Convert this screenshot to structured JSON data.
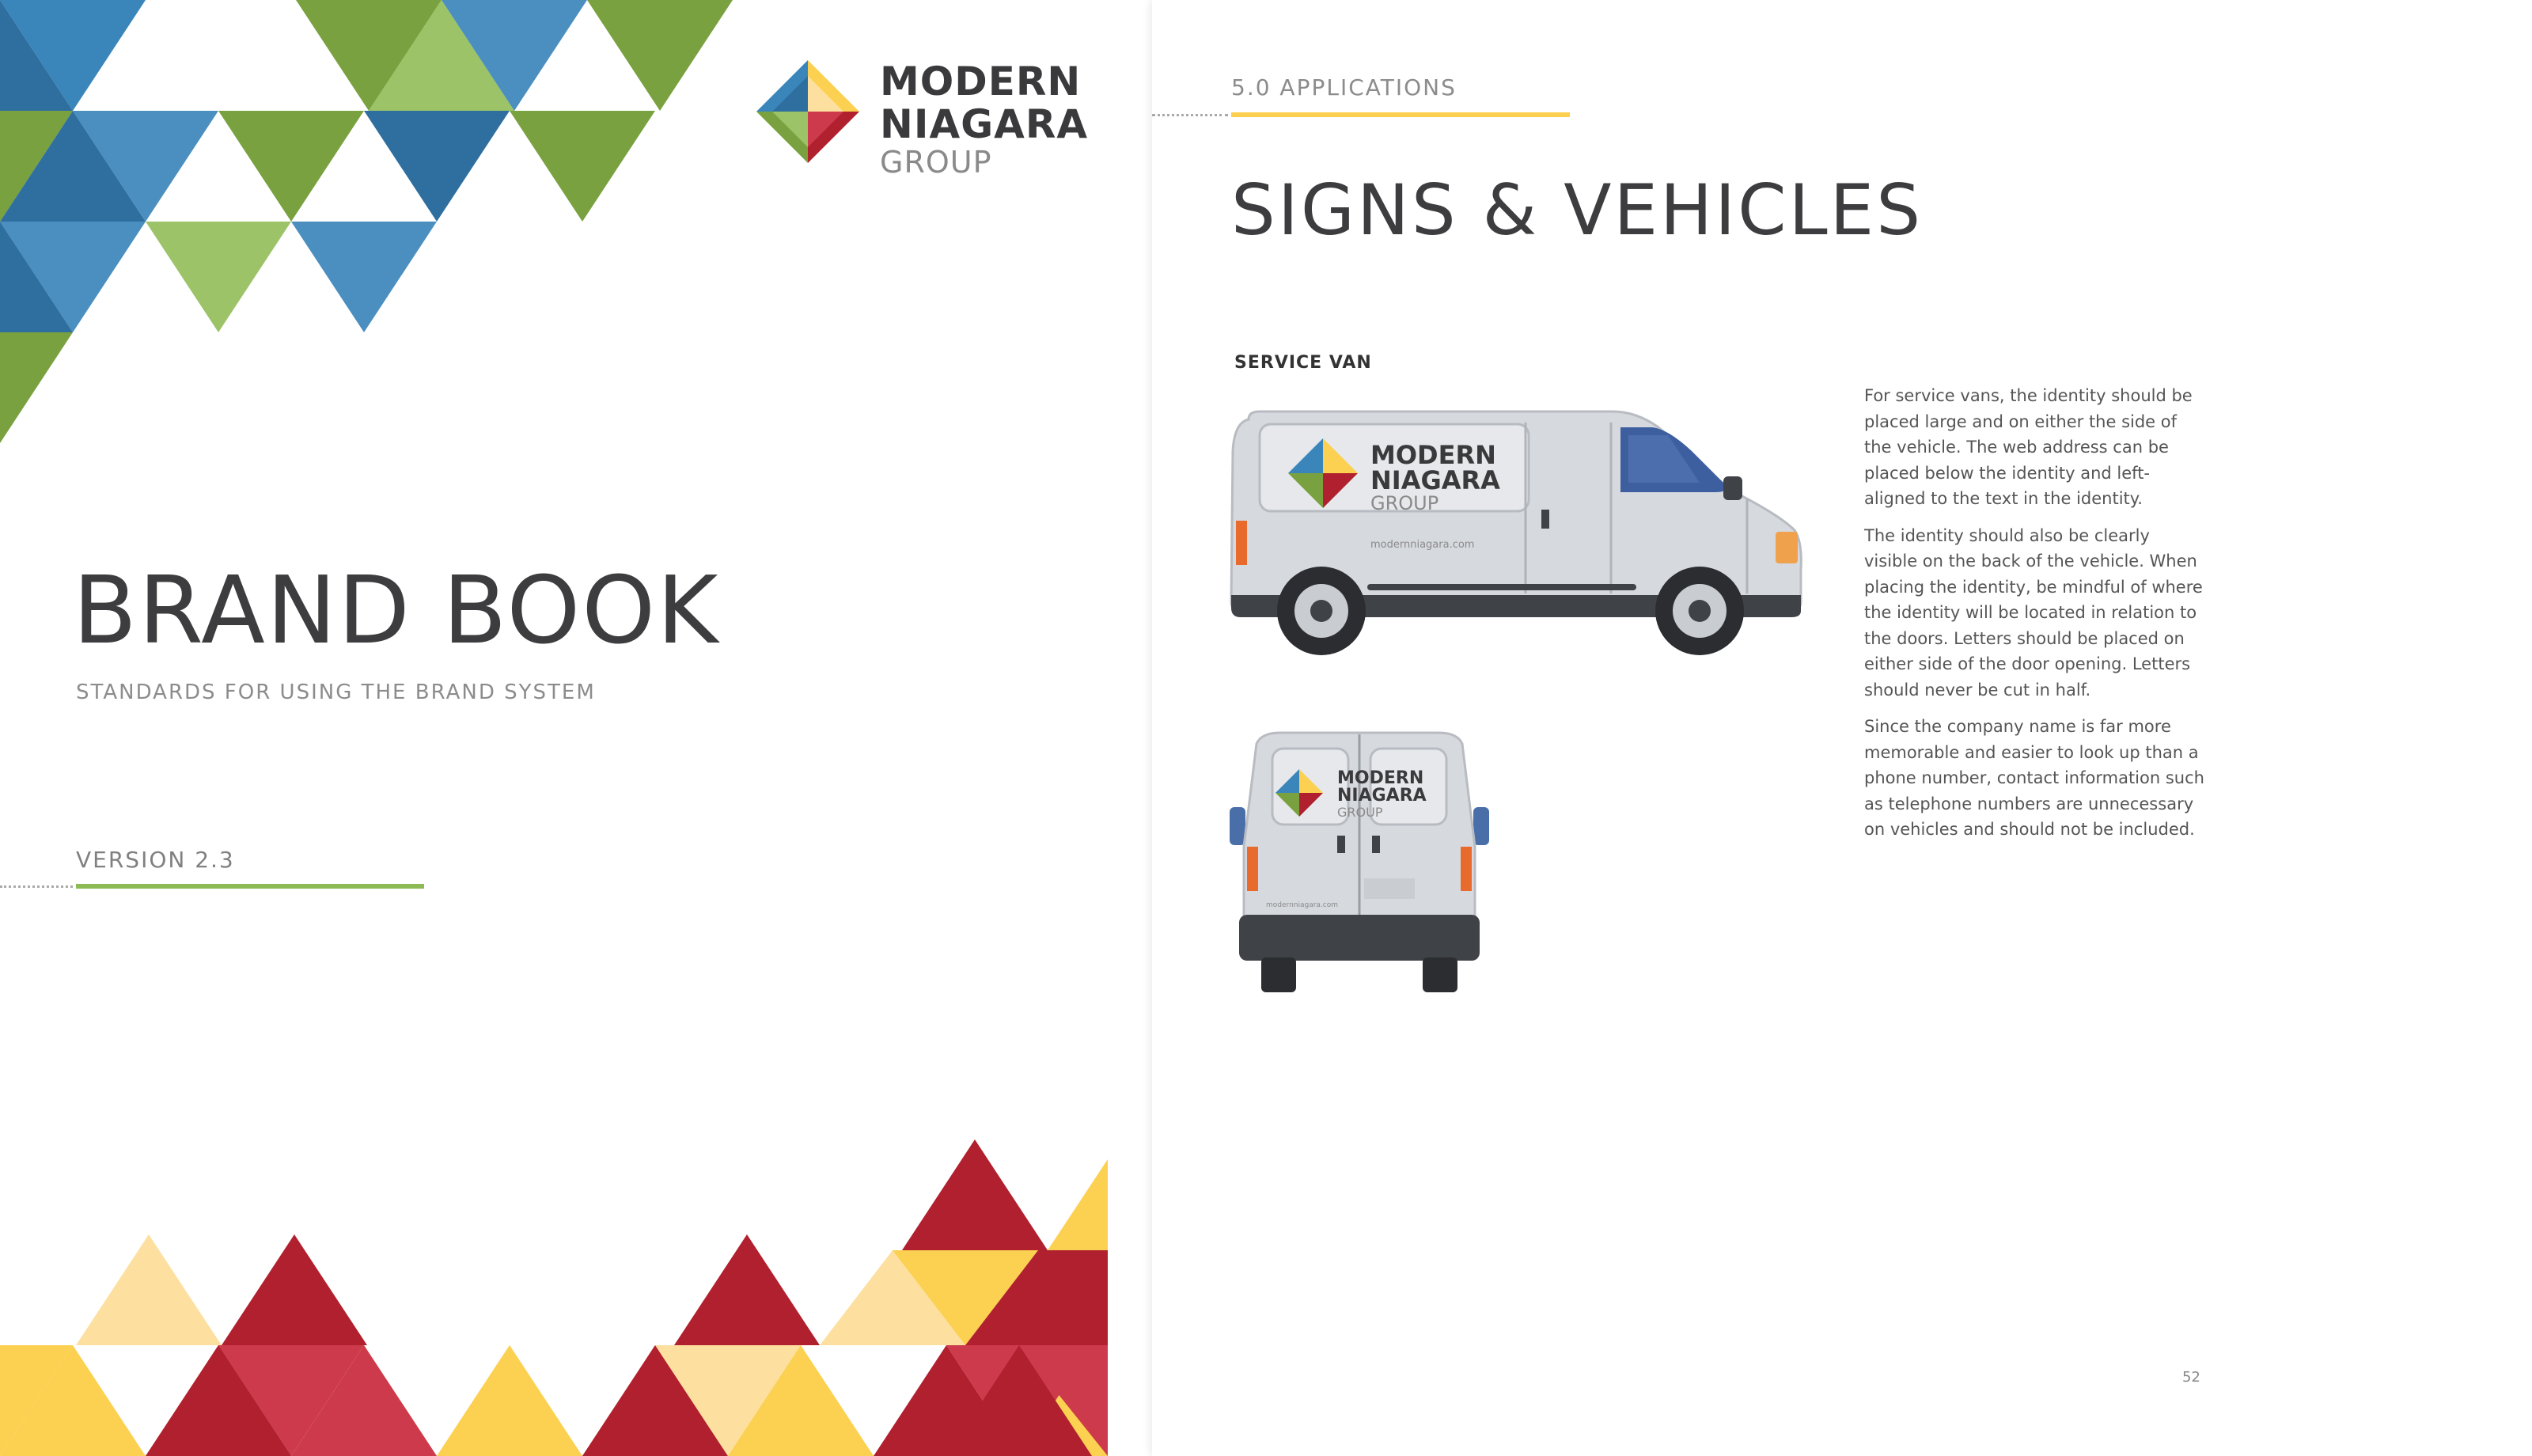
{
  "left_page": {
    "logo": {
      "line1": "MODERN",
      "line2": "NIAGARA",
      "line3": "GROUP"
    },
    "title": "BRAND BOOK",
    "subtitle": "STANDARDS FOR USING THE BRAND SYSTEM",
    "version": "VERSION 2.3"
  },
  "right_page": {
    "section": "5.0 APPLICATIONS",
    "heading": "SIGNS & VEHICLES",
    "subheading": "SERVICE VAN",
    "paragraphs": [
      "For service vans, the identity should be placed large and on either the side of the vehicle. The web address can be placed below the identity and left-aligned to the text in the identity.",
      "The identity should also be clearly visible on the back of the vehicle. When placing the identity, be mindful of where the identity will be located in relation to the doors. Letters should be placed on either side of the door opening. Letters should never be cut in half.",
      "Since the company name is far more memorable and easier to look up than a phone number, contact information such as telephone numbers are unnecessary on vehicles and should not be included."
    ],
    "page_number": "52",
    "van_side": {
      "line1": "MODERN",
      "line2": "NIAGARA",
      "line3": "GROUP",
      "url": "modernniagara.com"
    },
    "van_rear": {
      "line1": "MODERN",
      "line2": "NIAGARA",
      "line3": "GROUP",
      "url": "modernniagara.com"
    }
  },
  "colors": {
    "blue": "#4a8fbf",
    "dark_blue": "#2f6f9f",
    "green": "#7aa13f",
    "light_green": "#9cc367",
    "red": "#b0202e",
    "pink_red": "#cc3a4b",
    "yellow": "#fcd050",
    "light_yellow": "#fde0a0",
    "accent_green_rule": "#8cba54",
    "accent_yellow_rule": "#fccf4f"
  }
}
